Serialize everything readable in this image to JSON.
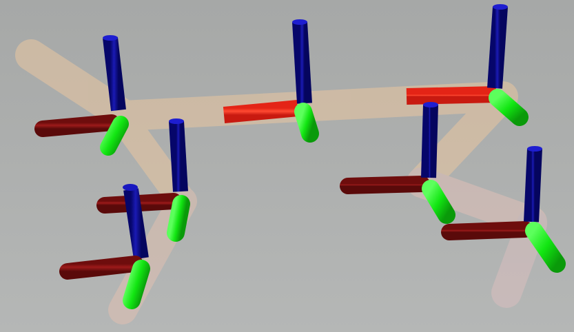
{
  "scene": {
    "colors": {
      "background_top": "#a8aaa9",
      "background_bottom": "#b6b8b7",
      "link": "#e8c8a4",
      "axis_x_dark": "#8a1414",
      "axis_x_light": "#ff2a1a",
      "axis_y": "#10e610",
      "axis_z": "#0a0a96"
    },
    "frames": [
      {
        "id": "frame-1"
      },
      {
        "id": "frame-2"
      },
      {
        "id": "frame-3"
      },
      {
        "id": "frame-4"
      },
      {
        "id": "frame-5"
      },
      {
        "id": "frame-6"
      },
      {
        "id": "frame-7"
      },
      {
        "id": "frame-8"
      }
    ]
  }
}
